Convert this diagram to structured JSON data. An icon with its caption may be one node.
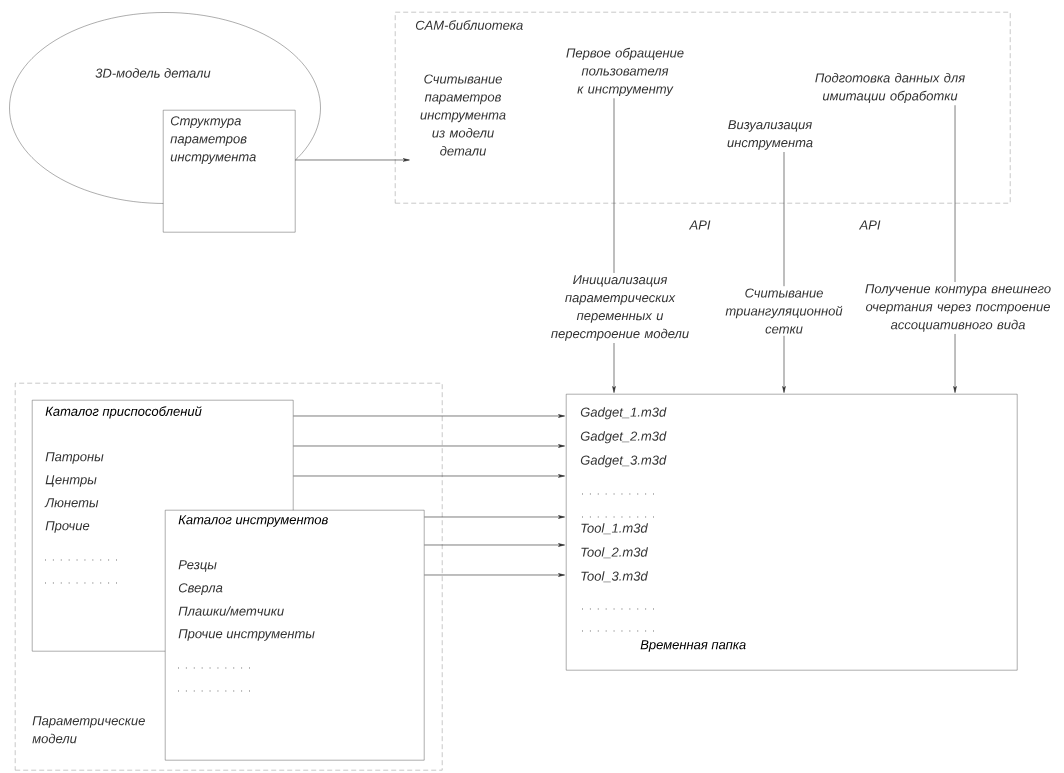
{
  "diagram": {
    "nodes": [
      {
        "text": [
          "3D-модель детали"
        ]
      },
      {
        "text": [
          "Структура параметров инструмента"
        ]
      },
      {
        "text": [
          "CAM-библиотека"
        ]
      },
      {
        "text": [
          "Считывание параметров инструмента из модели детали"
        ],
        "in": 2
      },
      {
        "text": [
          "Первое обращение пользователя к инструменту"
        ],
        "in": 2
      },
      {
        "text": [
          "Визуализация инструмента"
        ],
        "in": 2
      },
      {
        "text": [
          "Подготовка данных для имитации обработки"
        ],
        "in": 2
      },
      {
        "text": [
          "Инициализация параметрических переменных и перестроение модели"
        ]
      },
      {
        "text": [
          "Считывание триангуляционной сетки"
        ]
      },
      {
        "text": [
          "Получение контура внешнего очертания через построение ассоциативного вида"
        ]
      },
      {
        "text": [
          "Параметрические модели"
        ]
      },
      {
        "text": [
          "Каталог приспособлений",
          "Патроны",
          "Центры",
          "Люнеты",
          "Прочие"
        ],
        "in": 10
      },
      {
        "text": [
          "Каталог инструментов",
          "Резцы",
          "Сверла",
          "Плашки/метчики",
          "Прочие инструменты"
        ],
        "in": 10
      },
      {
        "text": [
          "Gadget_1.m3d",
          "Gadget_2.m3d",
          "Gadget_3.m3d",
          "Tool_1.m3d",
          "Tool_2.m3d",
          "Tool_3.m3d",
          "Временная папка"
        ]
      }
    ],
    "edges": [
      {
        "from": 1,
        "to": 3,
        "arrow": "to"
      },
      {
        "from": 4,
        "to": 7,
        "arrow": "none"
      },
      {
        "from": 7,
        "to": 13,
        "arrow": "to"
      },
      {
        "from": 5,
        "to": 8,
        "arrow": "none"
      },
      {
        "from": 8,
        "to": 13,
        "arrow": "to"
      },
      {
        "from": 6,
        "to": 9,
        "arrow": "none"
      },
      {
        "from": 9,
        "to": 13,
        "arrow": "to"
      },
      {
        "from": 11,
        "to": 13,
        "arrow": "to"
      },
      {
        "from": 11,
        "to": 13,
        "arrow": "to"
      },
      {
        "from": 11,
        "to": 13,
        "arrow": "to"
      },
      {
        "from": 12,
        "to": 13,
        "arrow": "to"
      },
      {
        "from": 12,
        "to": 13,
        "arrow": "to"
      },
      {
        "from": 12,
        "to": 13,
        "arrow": "to"
      }
    ],
    "labels": [
      "API",
      "API"
    ]
  }
}
